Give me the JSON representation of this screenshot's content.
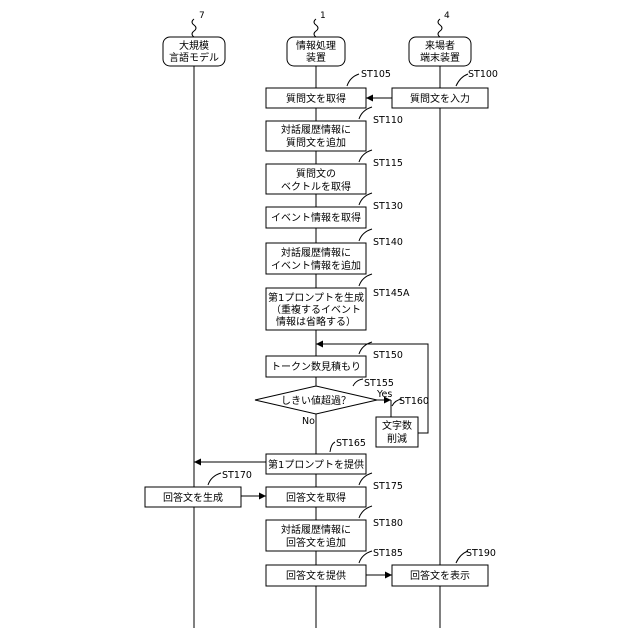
{
  "lanes": {
    "llm": {
      "number": "7",
      "line1": "大規模",
      "line2": "言語モデル"
    },
    "info": {
      "number": "1",
      "line1": "情報処理",
      "line2": "装置"
    },
    "visitor": {
      "number": "4",
      "line1": "来場者",
      "line2": "端末装置"
    }
  },
  "steps": {
    "st100": {
      "tag": "ST100",
      "line1": "質問文を入力"
    },
    "st105": {
      "tag": "ST105",
      "line1": "質問文を取得"
    },
    "st110": {
      "tag": "ST110",
      "line1": "対話履歴情報に",
      "line2": "質問文を追加"
    },
    "st115": {
      "tag": "ST115",
      "line1": "質問文の",
      "line2": "ベクトルを取得"
    },
    "st130": {
      "tag": "ST130",
      "line1": "イベント情報を取得"
    },
    "st140": {
      "tag": "ST140",
      "line1": "対話履歴情報に",
      "line2": "イベント情報を追加"
    },
    "st145a": {
      "tag": "ST145A",
      "line1": "第1プロンプトを生成",
      "line2": "（重複するイベント",
      "line3": "情報は省略する）"
    },
    "st150": {
      "tag": "ST150",
      "line1": "トークン数見積もり"
    },
    "st155": {
      "tag": "ST155",
      "line1": "しきい値超過？",
      "yes": "Yes",
      "no": "No"
    },
    "st160": {
      "tag": "ST160",
      "line1": "文字数",
      "line2": "削減"
    },
    "st165": {
      "tag": "ST165",
      "line1": "第1プロンプトを提供"
    },
    "st170": {
      "tag": "ST170",
      "line1": "回答文を生成"
    },
    "st175": {
      "tag": "ST175",
      "line1": "回答文を取得"
    },
    "st180": {
      "tag": "ST180",
      "line1": "対話履歴情報に",
      "line2": "回答文を追加"
    },
    "st185": {
      "tag": "ST185",
      "line1": "回答文を提供"
    },
    "st190": {
      "tag": "ST190",
      "line1": "回答文を表示"
    }
  }
}
